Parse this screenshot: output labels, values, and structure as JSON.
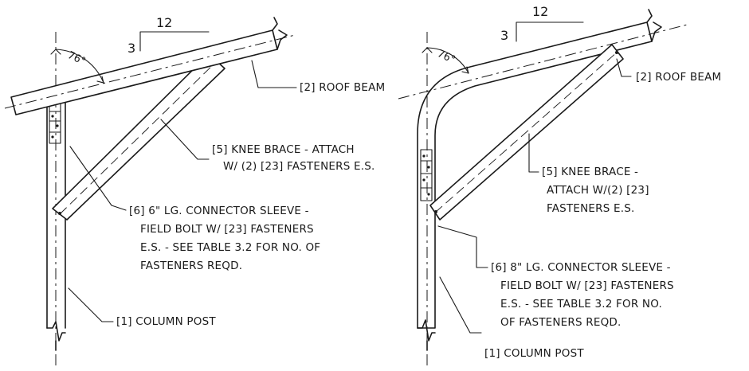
{
  "left_detail": {
    "pitch_rise": "3",
    "pitch_run": "12",
    "angle": "76°",
    "roof_beam": "[2] ROOF BEAM",
    "knee_brace": [
      "[5] KNEE BRACE - ATTACH",
      "W/ (2) [23] FASTENERS E.S."
    ],
    "connector": [
      "[6] 6\" LG. CONNECTOR SLEEVE -",
      "FIELD BOLT  W/ [23] FASTENERS",
      "E.S. - SEE TABLE 3.2 FOR NO. OF",
      "FASTENERS REQD."
    ],
    "column_post": "[1] COLUMN POST"
  },
  "right_detail": {
    "pitch_rise": "3",
    "pitch_run": "12",
    "angle": "76°",
    "roof_beam": "[2] ROOF BEAM",
    "knee_brace": [
      "[5] KNEE BRACE -",
      "ATTACH W/(2) [23]",
      "FASTENERS E.S."
    ],
    "connector": [
      "[6] 8\" LG. CONNECTOR SLEEVE -",
      "FIELD BOLT W/ [23] FASTENERS",
      "E.S. - SEE TABLE 3.2 FOR NO.",
      "OF FASTENERS REQD."
    ],
    "column_post": "[1] COLUMN POST"
  }
}
